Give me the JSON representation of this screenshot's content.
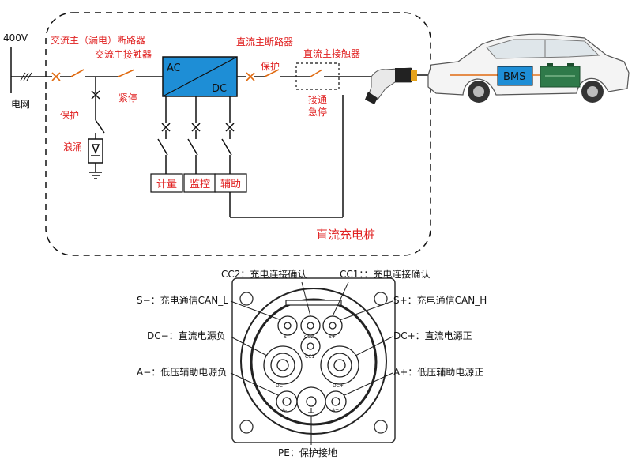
{
  "top": {
    "voltage": "400V",
    "grid": "电网",
    "ac_breaker_line1": "交流主（漏电）断路器",
    "ac_breaker_line2": "交流主接触器",
    "protect_left": "保护",
    "surge": "浪涌",
    "emergency_stop": "紧停",
    "ac_label": "AC",
    "dc_label": "DC",
    "dc_breaker": "直流主断路器",
    "protect_right": "保护",
    "dc_contactor": "直流主接触器",
    "connect": "接通",
    "estop": "急停",
    "box_meter": "计量",
    "box_monitor": "监控",
    "box_aux": "辅助",
    "pile_title": "直流充电桩",
    "bms": "BMS"
  },
  "connector": {
    "cc2": "CC2：充电连接确认",
    "cc1": "CC1：：充电连接确认",
    "s_minus": "S−：充电通信CAN_L",
    "s_plus": "S+：充电通信CAN_H",
    "dc_minus": "DC−：直流电源负",
    "dc_plus": "DC+：直流电源正",
    "a_minus": "A−：低压辅助电源负",
    "a_plus": "A+：低压辅助电源正",
    "pe": "PE：保护接地",
    "pin_s_minus": "S-",
    "pin_cc2": "CC2",
    "pin_s_plus": "S+",
    "pin_cc1": "CC1",
    "pin_dc_minus": "DC-",
    "pin_dc_plus": "DC+",
    "pin_a_minus": "A-",
    "pin_a_plus": "A+"
  },
  "colors": {
    "label_red": "#e02020",
    "converter_blue": "#1e8ed6",
    "bms_blue": "#1e8ed6",
    "battery_green": "#2f7a4a"
  }
}
